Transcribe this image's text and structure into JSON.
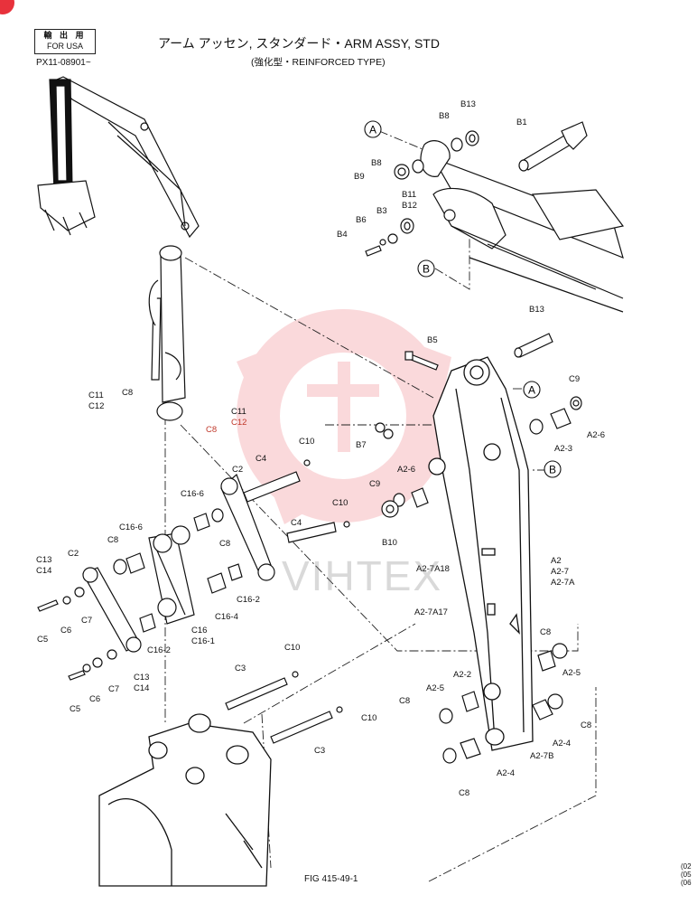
{
  "header": {
    "badge_line1": "輸 出 用",
    "badge_line2": "FOR USA",
    "model_serial": "PX11-08901~",
    "title": "アーム アッセン, スタンダード・ARM ASSY, STD",
    "subtitle": "(強化型・REINFORCED TYPE)"
  },
  "footer": {
    "figure_label": "FIG 415-49-1",
    "side_codes": [
      "(02",
      "(05",
      "(06"
    ]
  },
  "watermark": {
    "text": "VIHTEX",
    "color": "#e8323c"
  },
  "callouts": {
    "A_top": "A",
    "B_top": "B",
    "A_arm": "A",
    "B_arm": "B"
  },
  "labels": {
    "b13_top": "B13",
    "b8_top": "B8",
    "b1": "B1",
    "b8_mid": "B8",
    "b9": "B9",
    "b11": "B11",
    "b12": "B12",
    "b3": "B3",
    "b6": "B6",
    "b4": "B4",
    "b13_arm": "B13",
    "b5": "B5",
    "b7": "B7",
    "b10": "B10",
    "c11_left": "C11",
    "c12_left": "C12",
    "c8_cyl": "C8",
    "c11_right": "C11",
    "c12_right": "C12",
    "c8_red": "C8",
    "c9_top": "C9",
    "a2_6_top": "A2-6",
    "a2_3": "A2-3",
    "c9_mid": "C9",
    "a2_6_mid": "A2-6",
    "c10_a": "C10",
    "c2_a": "C2",
    "c4_a": "C4",
    "c10_b": "C10",
    "c4_b": "C4",
    "c16_6_a": "C16-6",
    "c8_link": "C8",
    "c16_6_b": "C16-6",
    "c8_c": "C8",
    "c16_2_a": "C16-2",
    "c16_4": "C16-4",
    "c16": "C16",
    "c16_1": "C16-1",
    "c16_2_b": "C16-2",
    "c13_a": "C13",
    "c14_a": "C14",
    "c2_b": "C2",
    "c5_a": "C5",
    "c6_a": "C6",
    "c7_a": "C7",
    "c5_b": "C5",
    "c6_b": "C6",
    "c7_b": "C7",
    "c13_b": "C13",
    "c14_b": "C14",
    "c10_c": "C10",
    "c3_a": "C3",
    "c10_d": "C10",
    "c3_b": "C3",
    "a2_7a18": "A2-7A18",
    "a2_7a17": "A2-7A17",
    "a2": "A2",
    "a2_7": "A2-7",
    "a2_7a": "A2-7A",
    "c8_r1": "C8",
    "a2_5_r": "A2-5",
    "c8_r2": "C8",
    "a2_4_r": "A2-4",
    "a2_7b": "A2-7B",
    "a2_2": "A2-2",
    "a2_5_l": "A2-5",
    "c8_l": "C8",
    "a2_4_l": "A2-4",
    "c8_bot": "C8"
  }
}
